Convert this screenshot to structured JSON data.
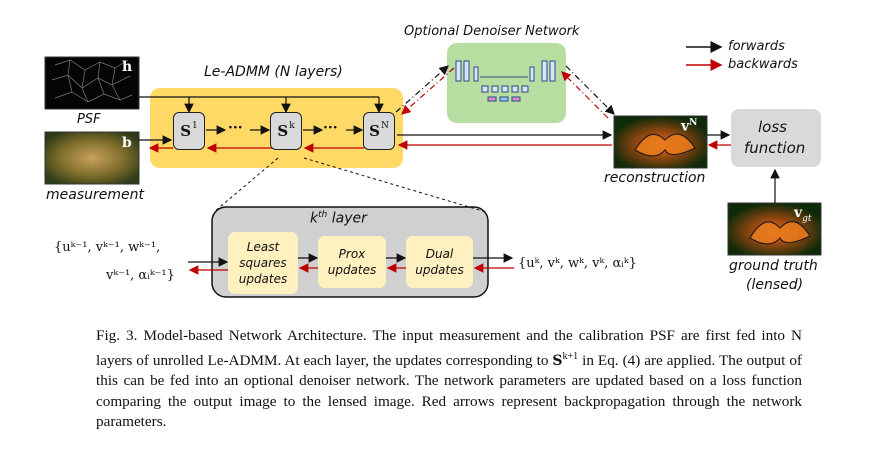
{
  "diagram": {
    "optional_denoiser_label": "Optional Denoiser Network",
    "forwards_label": "forwards",
    "backwards_label": "backwards",
    "forwards_color": "#111111",
    "backwards_color": "#c00000",
    "leadmm_label": "Le-ADMM (N layers)",
    "leadmm_color": "#ffd966",
    "denoiser_color": "#b7dda0",
    "psf_label": "PSF",
    "psf_symbol": "h",
    "measurement_label": "measurement",
    "measurement_symbol": "b",
    "s_boxes": [
      {
        "base": "S",
        "sup": "1"
      },
      {
        "base": "S",
        "sup": "k"
      },
      {
        "base": "S",
        "sup": "N"
      }
    ],
    "dots": "···",
    "reconstruction_label": "reconstruction",
    "reconstruction_symbol": "v",
    "reconstruction_sup": "N",
    "loss_label_1": "loss",
    "loss_label_2": "function",
    "ground_truth_label_1": "ground truth",
    "ground_truth_label_2": "(lensed)",
    "ground_truth_symbol": "v",
    "ground_truth_sub": "gt",
    "kth_layer_label_pre": "k",
    "kth_layer_label_sup": "th",
    "kth_layer_label_post": " layer",
    "layer_box_color": "#d0d0d0",
    "update_boxes": [
      {
        "lines": [
          "Least",
          "squares",
          "updates"
        ]
      },
      {
        "lines": [
          "Prox",
          "updates"
        ]
      },
      {
        "lines": [
          "Dual",
          "updates"
        ]
      }
    ],
    "input_vars_line1": "{uᵏ⁻¹, vᵏ⁻¹, wᵏ⁻¹,",
    "input_vars_line2": "vᵏ⁻¹, αᵢᵏ⁻¹}",
    "output_vars": "{uᵏ, vᵏ, wᵏ, vᵏ, αᵢᵏ}"
  },
  "caption": {
    "p1": "Fig. 3.  Model-based Network Architecture. The input measurement and the calibration PSF are first fed into N layers of unrolled Le-ADMM. At each layer, the updates corresponding to ",
    "bold_s": "S",
    "bold_sup": "k+1",
    "p2": " in Eq. (4) are applied. The output of this can be fed into an optional denoiser network. The network parameters are updated based on a loss function comparing the output image to the lensed image. Red arrows represent backpropagation through the network parameters."
  }
}
